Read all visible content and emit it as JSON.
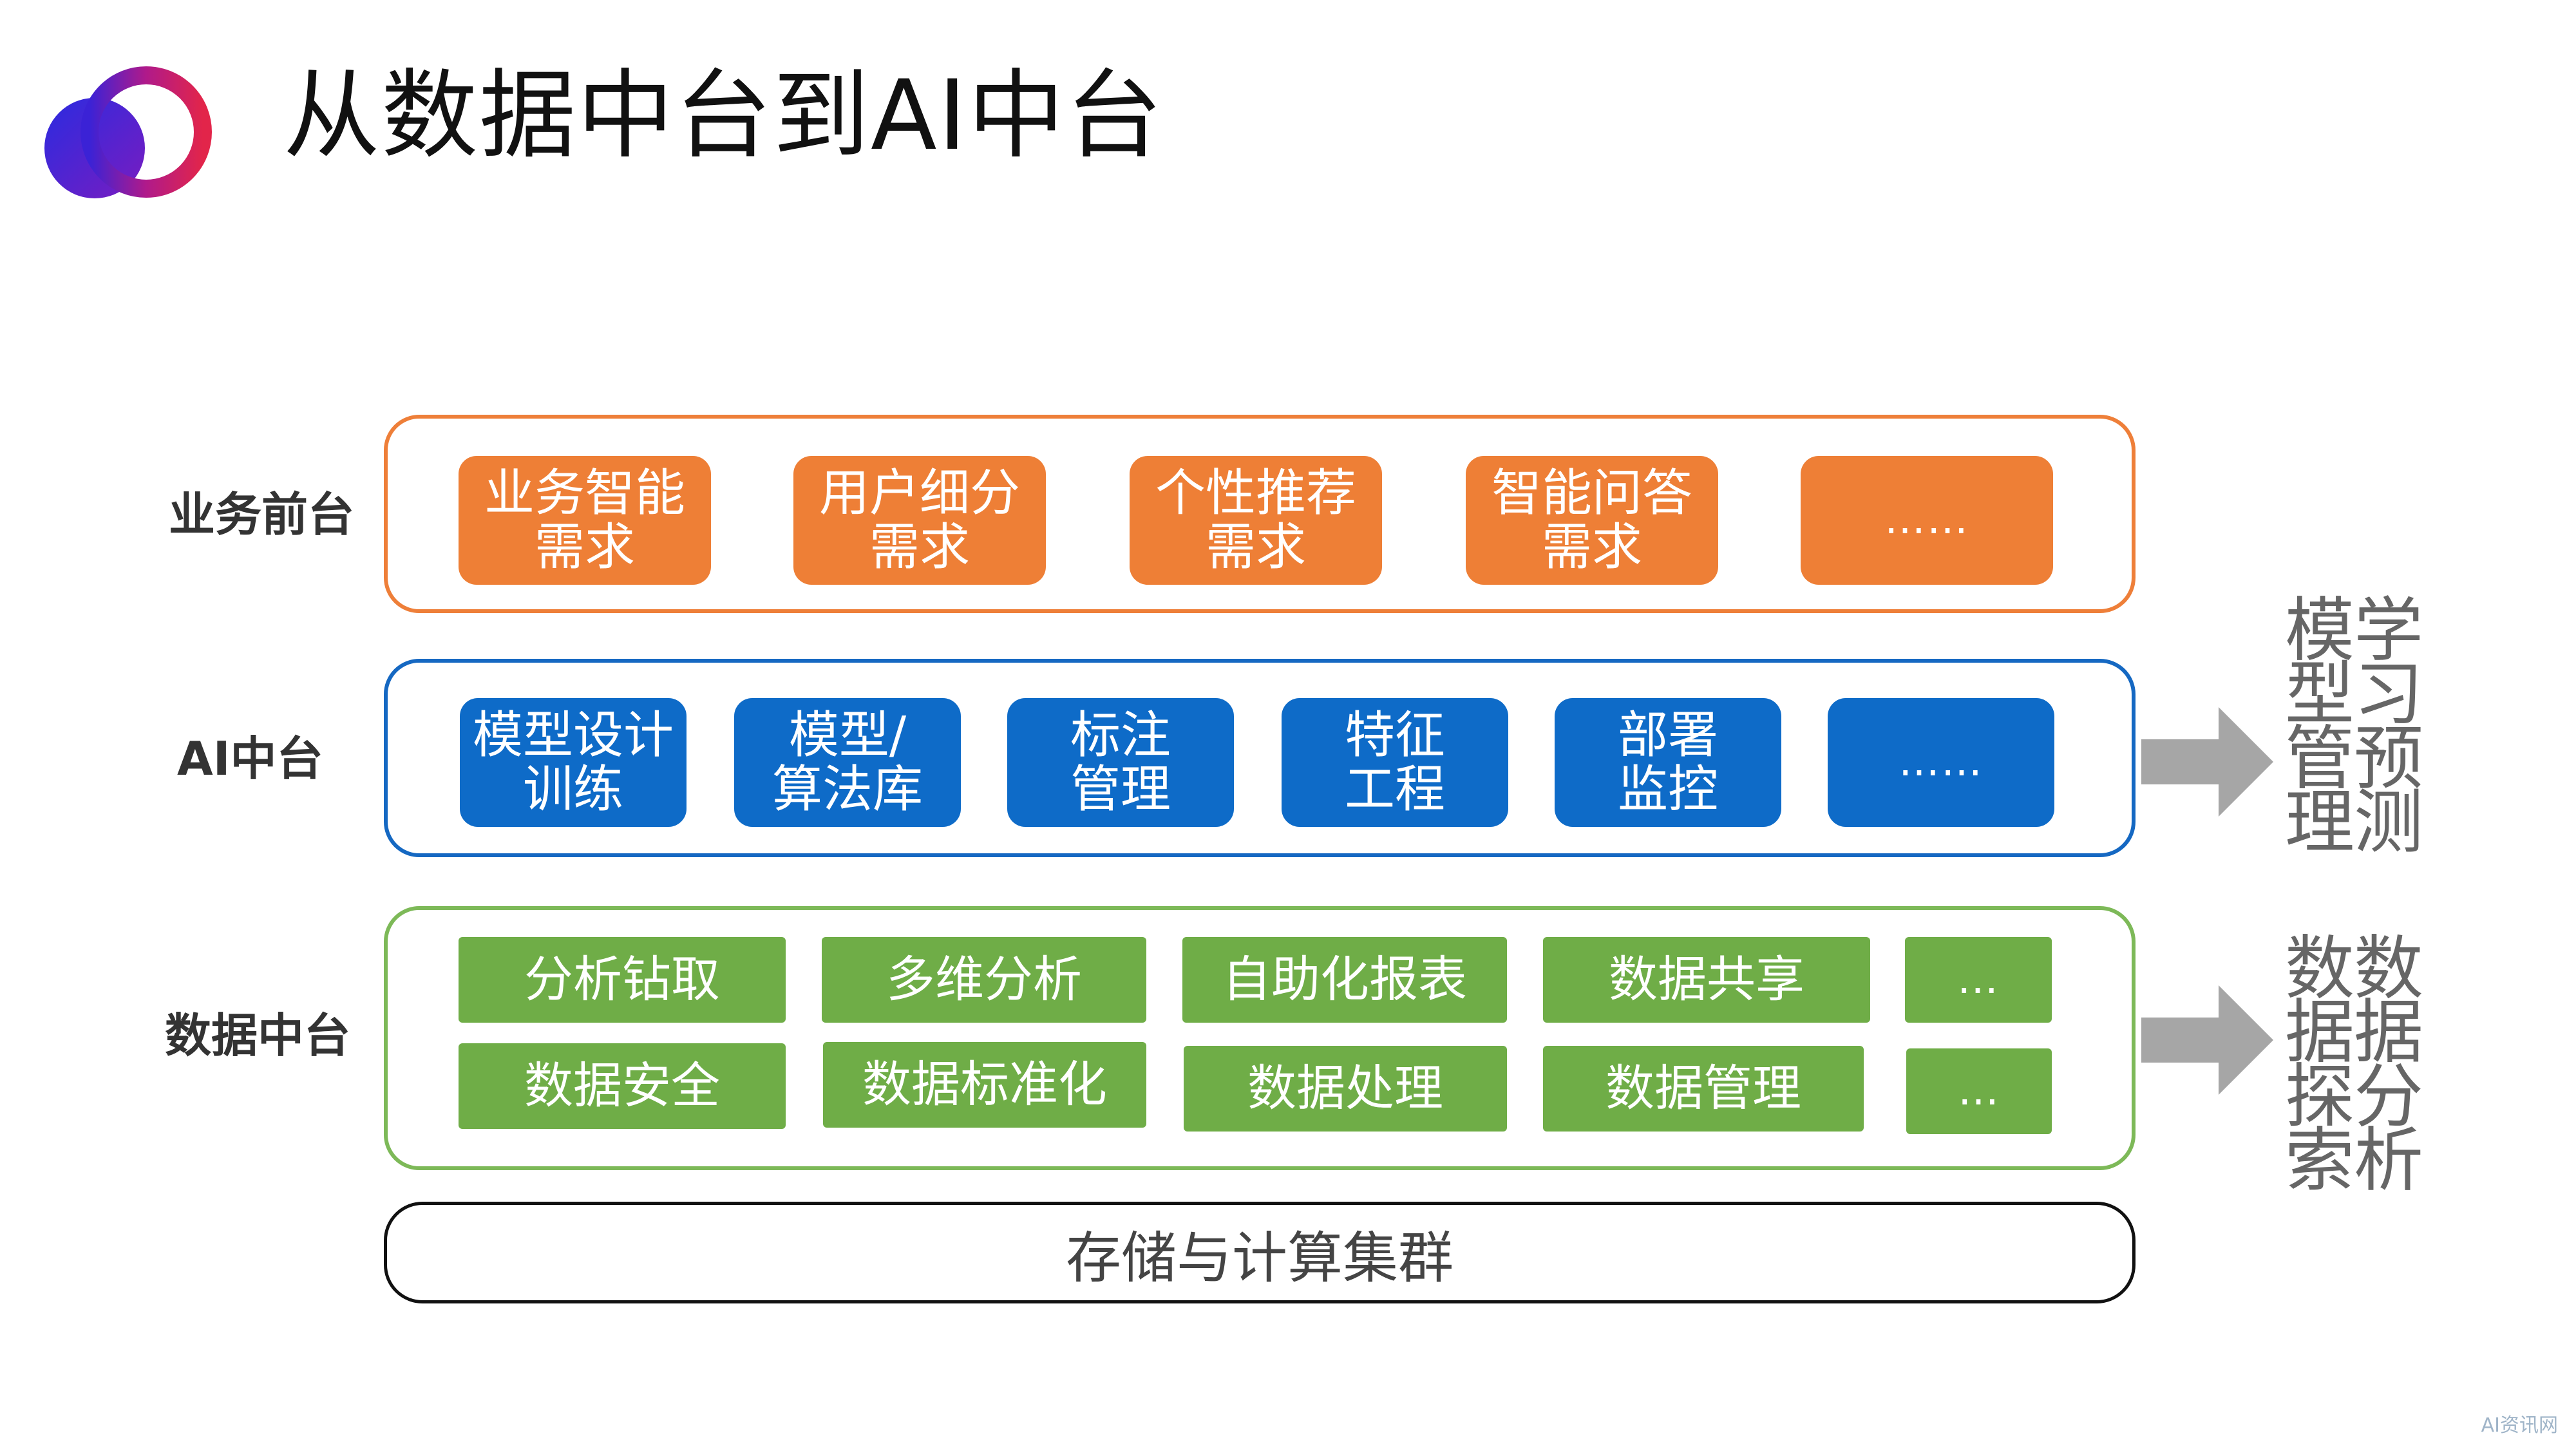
{
  "title": "从数据中台到AI中台",
  "layers": {
    "business": {
      "label": "业务前台",
      "items": [
        "业务智能\n需求",
        "用户细分\n需求",
        "个性推荐\n需求",
        "智能问答\n需求",
        "……"
      ]
    },
    "ai": {
      "label": "AI中台",
      "items": [
        "模型设计\n训练",
        "模型/\n算法库",
        "标注\n管理",
        "特征\n工程",
        "部署\n监控",
        "……"
      ]
    },
    "data": {
      "label": "数据中台",
      "row1": [
        "分析钻取",
        "多维分析",
        "自助化报表",
        "数据共享",
        "…"
      ],
      "row2": [
        "数据安全",
        "数据标准化",
        "数据处理",
        "数据管理",
        "…"
      ]
    },
    "storage": {
      "label": "存储与计算集群"
    }
  },
  "side_labels": {
    "ai": [
      "模型",
      "型管",
      "管理",
      "学习",
      "习预",
      "预测"
    ],
    "ai_cols": [
      [
        "模",
        "型",
        "管",
        "理"
      ],
      [
        "学",
        "习",
        "预",
        "测"
      ]
    ],
    "data_cols": [
      [
        "数",
        "据",
        "探",
        "索"
      ],
      [
        "数",
        "据",
        "分",
        "析"
      ]
    ]
  },
  "watermark": "AI资讯网",
  "colors": {
    "orange": "#EE7F36",
    "blue": "#0E6BC8",
    "green": "#6FAD47",
    "arrow": "#A6A6A6"
  }
}
